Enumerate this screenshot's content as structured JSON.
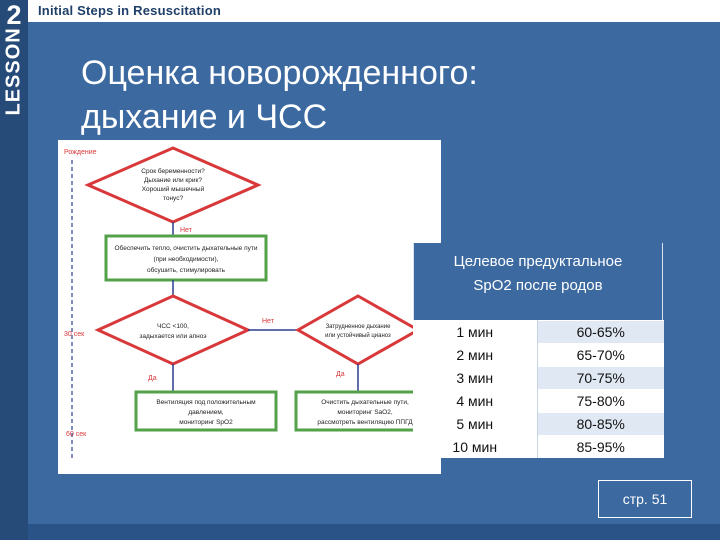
{
  "header": {
    "title": "Initial Steps in Resuscitation"
  },
  "lesson": {
    "number": "2",
    "word": "LESSON"
  },
  "slide": {
    "title_line1": "Оценка новорожденного:",
    "title_line2": "дыхание и ЧСС"
  },
  "flowchart": {
    "time_birth": "Рождение",
    "time_30": "30 сек",
    "time_60": "60 сек",
    "q1_line1": "Срок беременности?",
    "q1_line2": "Дыхание или крик?",
    "q1_line3": "Хороший мышечный",
    "q1_line4": "тонус?",
    "no1": "Нет",
    "step1_line1": "Обеспечить тепло, очистить дыхательные пути",
    "step1_line2": "(при необходимости),",
    "step1_line3": "обсушить, стимулировать",
    "q2_line1": "ЧСС <100,",
    "q2_line2": "задыхается или апноэ",
    "no2": "Нет",
    "step2_line1": "Затрудненное дыхание",
    "step2_line2": "или устойчивый цианоз",
    "yes1": "Да",
    "yes2": "Да",
    "step3_line1": "Вентиляция под положительным",
    "step3_line2": "давлением,",
    "step3_line3": "мониторинг SpO2",
    "step4_line1": "Очистить дыхательные пути,",
    "step4_line2": "мониторинг SaO2,",
    "step4_line3": "рассмотреть вентиляцию ППГД",
    "colors": {
      "diamond": "#d9383a",
      "box": "#53a24a",
      "line": "#2b3f8f"
    }
  },
  "target": {
    "header_line1": "Целевое предуктальное",
    "header_line2": "SpO2  после родов",
    "rows": [
      {
        "time": "1 мин",
        "value": "60-65%"
      },
      {
        "time": "2 мин",
        "value": "65-70%"
      },
      {
        "time": "3 мин",
        "value": "70-75%"
      },
      {
        "time": "4 мин",
        "value": "75-80%"
      },
      {
        "time": "5 мин",
        "value": "80-85%"
      },
      {
        "time": "10 мин",
        "value": "85-95%"
      }
    ]
  },
  "footer": {
    "page": "стр. 51"
  },
  "colors": {
    "slide_bg": "#3c6aa0",
    "lesson_strip": "#264b79"
  }
}
